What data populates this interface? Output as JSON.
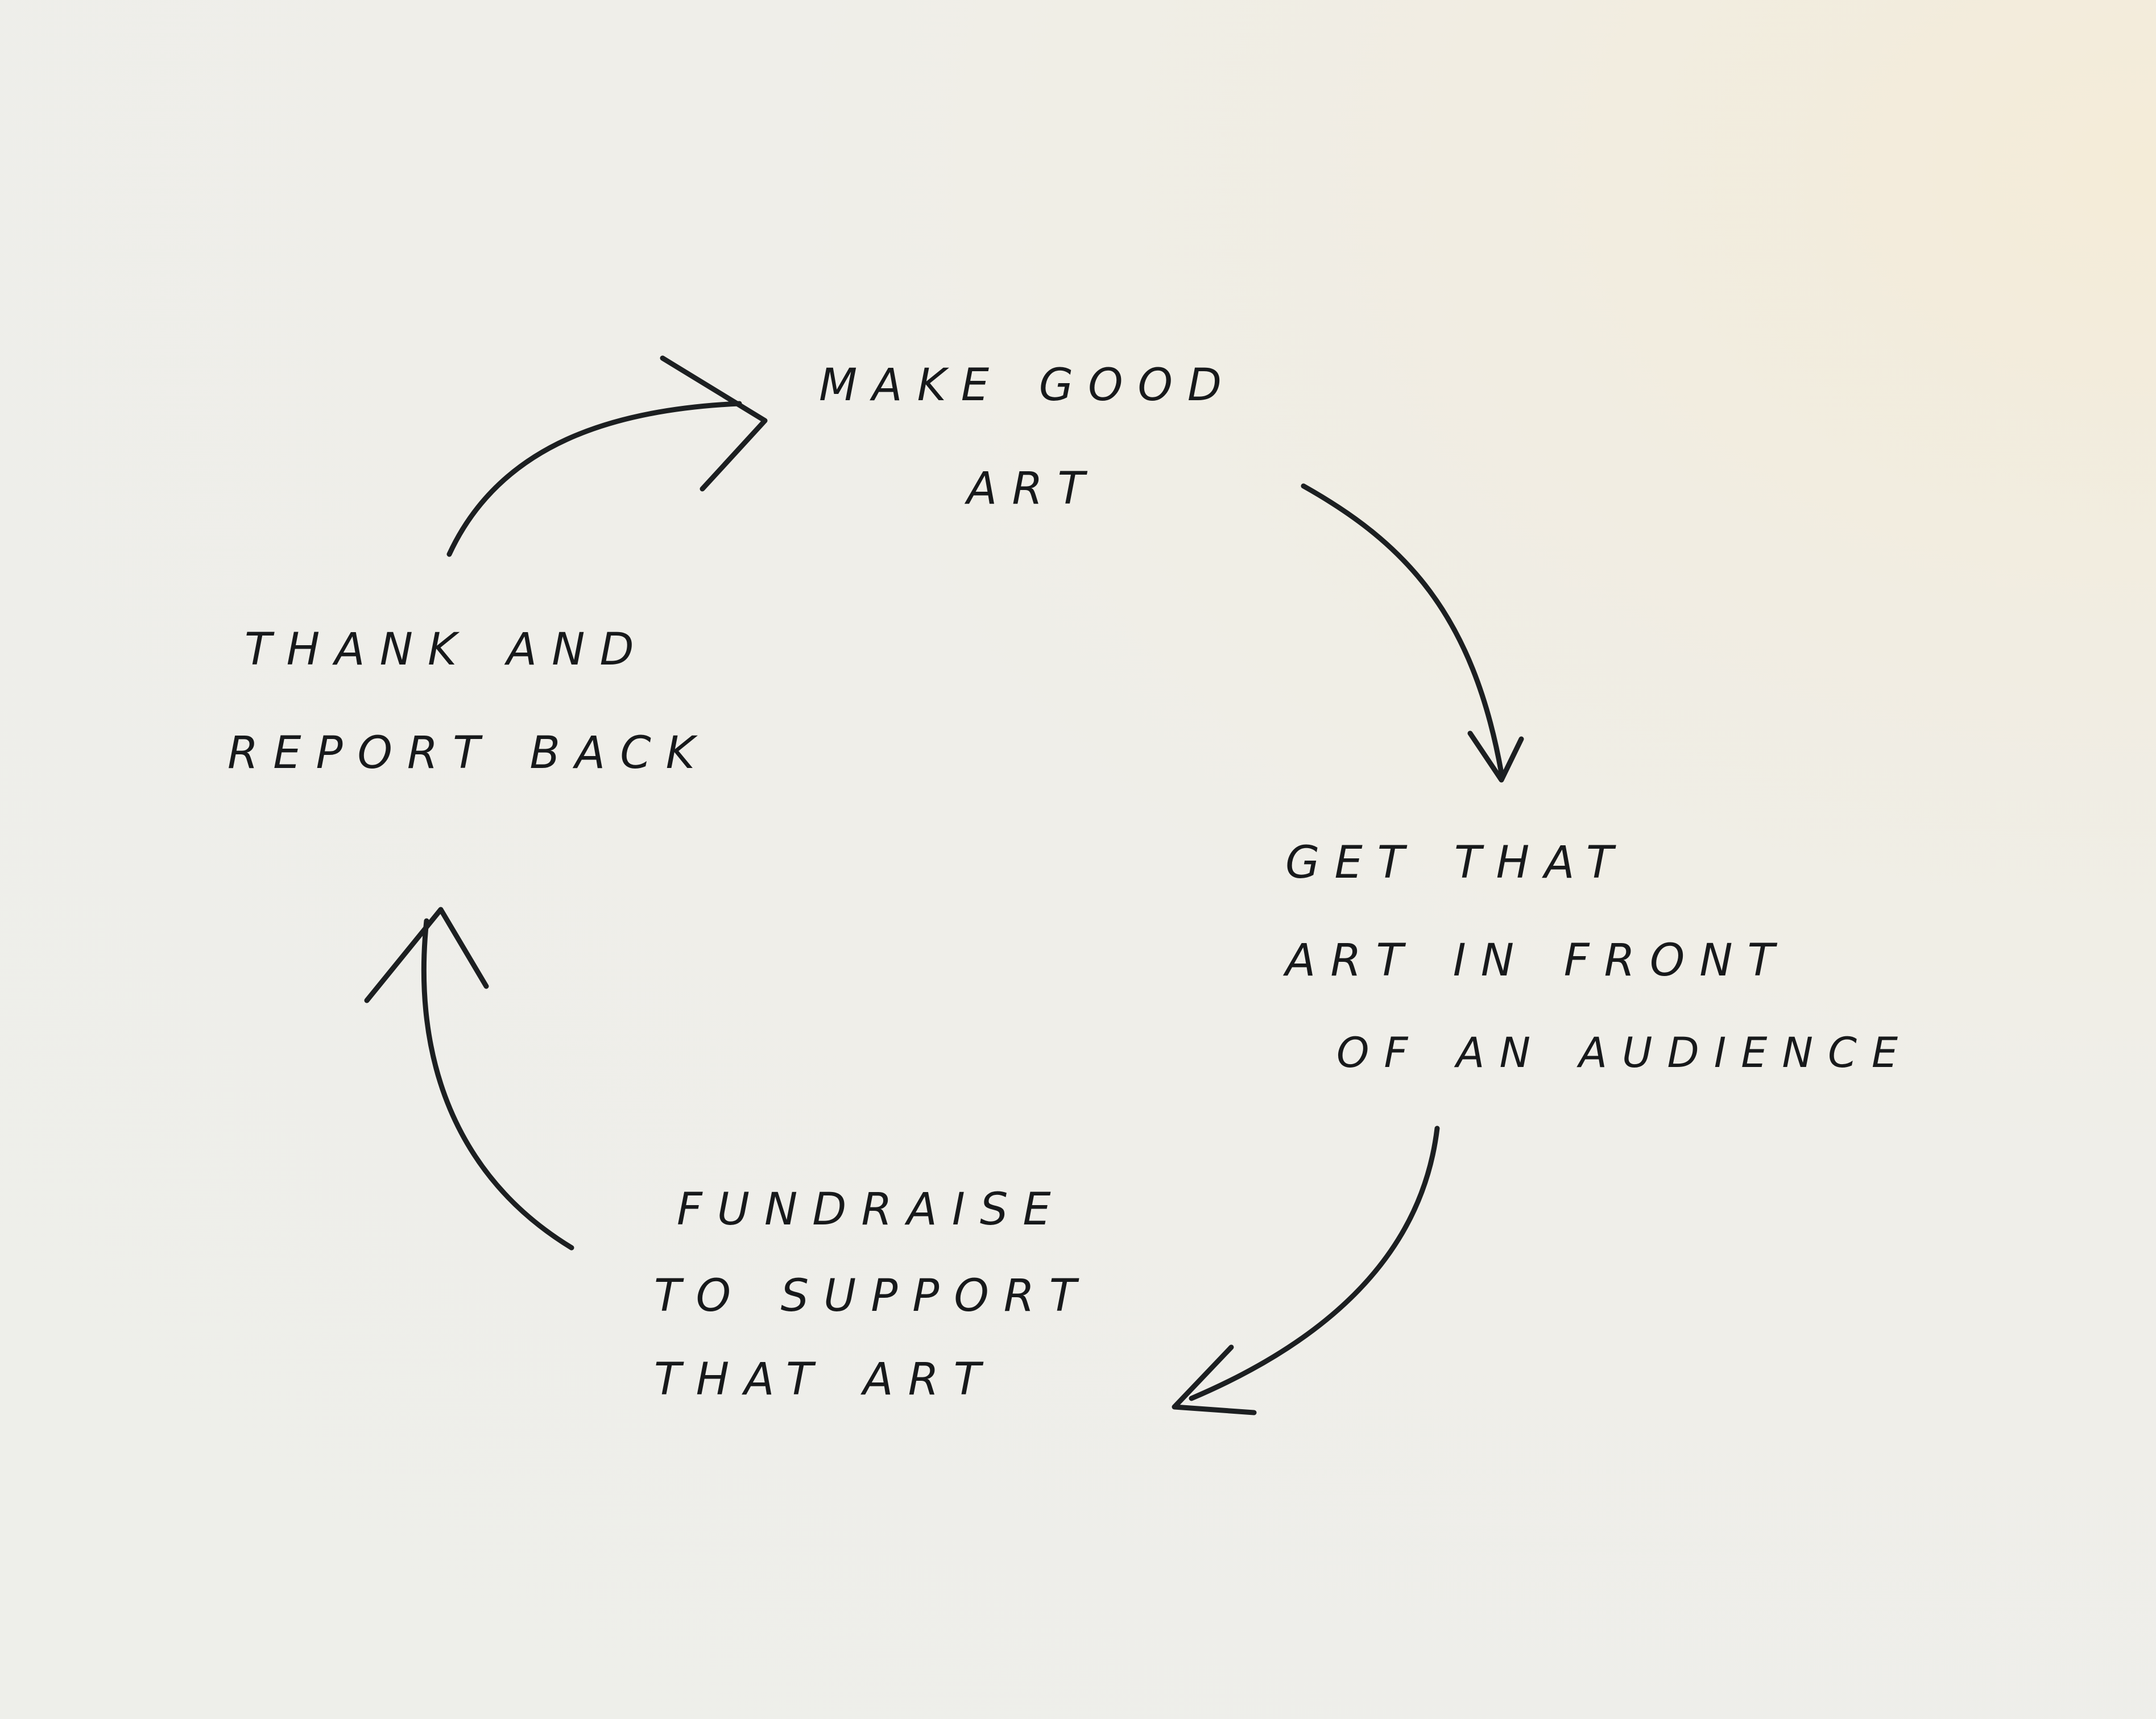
{
  "diagram": {
    "type": "cycle",
    "colors": {
      "paper": "#eeefea",
      "ink": "#1c1f21",
      "warm_corner": "#f4ecd8"
    },
    "nodes": [
      {
        "id": "make-good-art",
        "lines": [
          "Make Good",
          "Art"
        ]
      },
      {
        "id": "get-that-art-in-front",
        "lines": [
          "Get That",
          "Art In Front",
          "of An Audience"
        ]
      },
      {
        "id": "fundraise",
        "lines": [
          "Fundraise",
          "To Support",
          "That Art"
        ]
      },
      {
        "id": "thank-and-report",
        "lines": [
          "Thank And",
          "Report Back"
        ]
      }
    ],
    "edges": [
      {
        "from": "make-good-art",
        "to": "get-that-art-in-front"
      },
      {
        "from": "get-that-art-in-front",
        "to": "fundraise"
      },
      {
        "from": "fundraise",
        "to": "thank-and-report"
      },
      {
        "from": "thank-and-report",
        "to": "make-good-art"
      }
    ]
  }
}
